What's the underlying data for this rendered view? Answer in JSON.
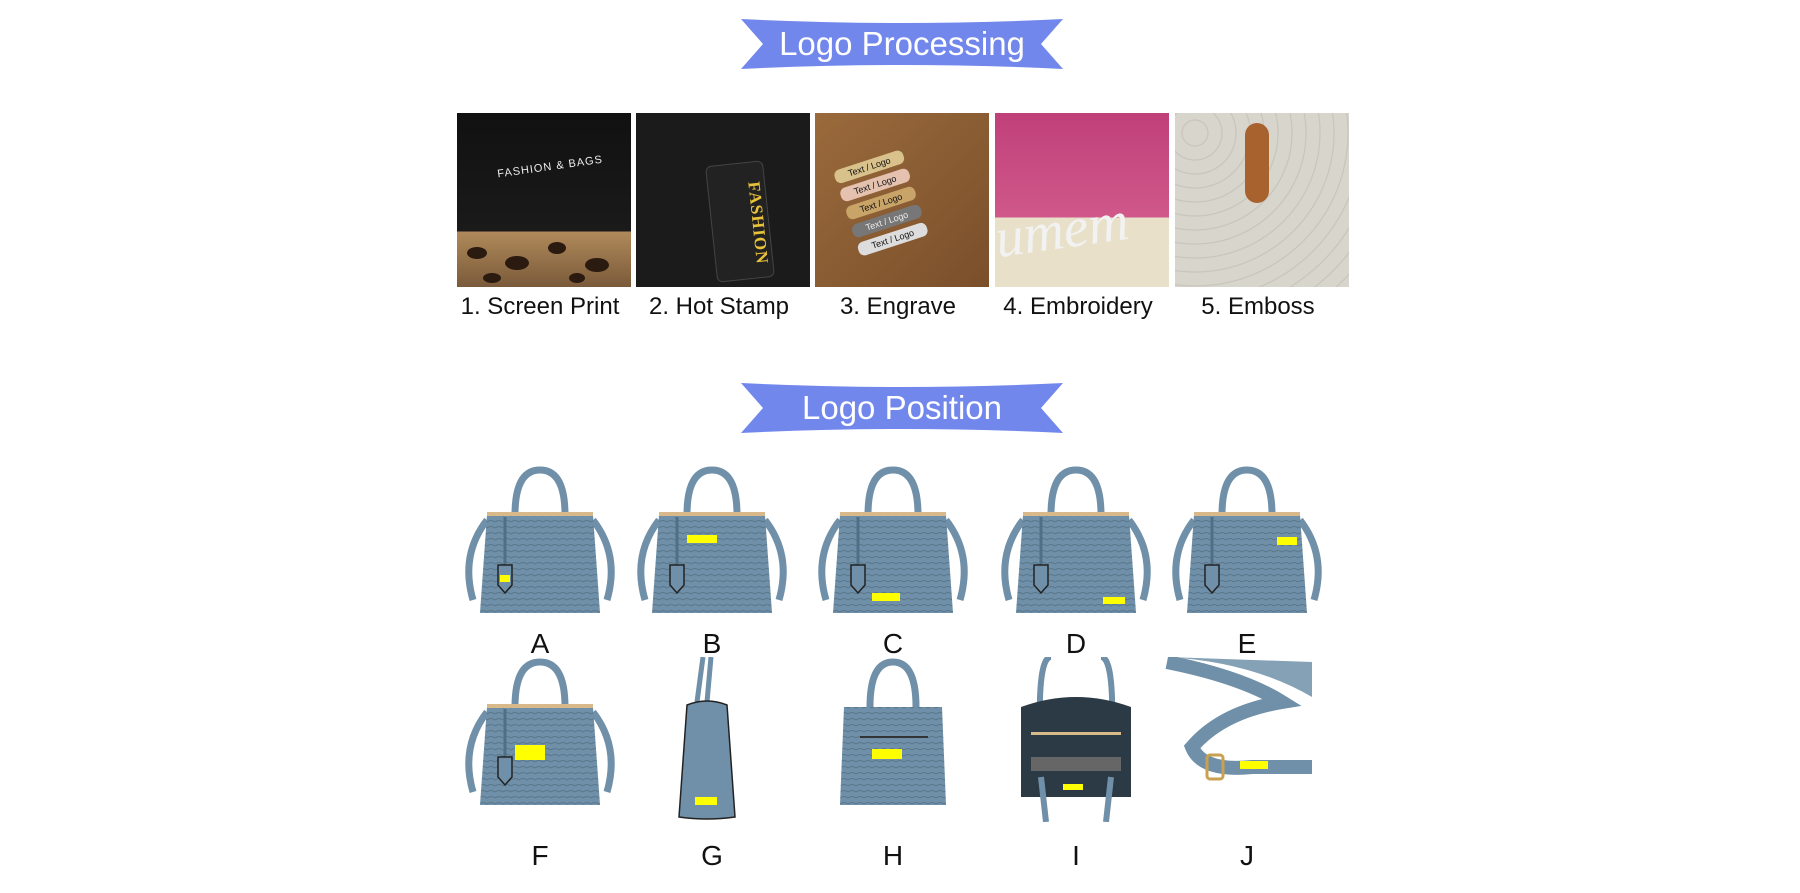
{
  "processing": {
    "title": "Logo Processing",
    "methods": [
      {
        "label": "1. Screen Print",
        "photo_text": "FASHION & BAGS"
      },
      {
        "label": "2. Hot Stamp",
        "photo_text": "FASHION"
      },
      {
        "label": "3. Engrave",
        "photo_text": "Text / Logo"
      },
      {
        "label": "4. Embroidery",
        "photo_text": "umem"
      },
      {
        "label": "5. Emboss",
        "photo_text": ""
      }
    ]
  },
  "position": {
    "title": "Logo Position",
    "labels": [
      "A",
      "B",
      "C",
      "D",
      "E",
      "F",
      "G",
      "H",
      "I",
      "J"
    ]
  },
  "colors": {
    "banner": "#7187ec",
    "highlight": "#ffff00",
    "bag": "#6f90a8"
  }
}
